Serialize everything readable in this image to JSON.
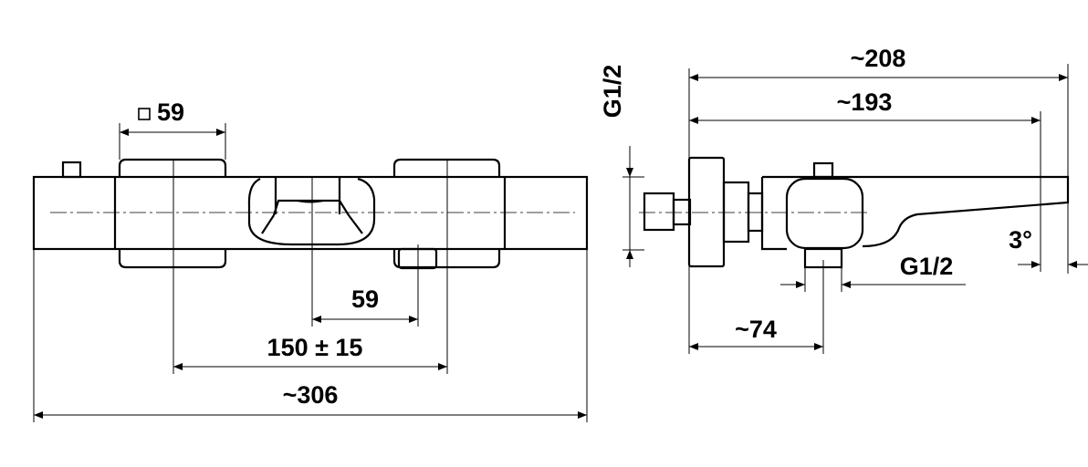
{
  "front_view": {
    "dim_square": "59",
    "dim_outlet": "59",
    "dim_centers": "150 ± 15",
    "dim_length": "~306"
  },
  "side_view": {
    "dim_inlet_thread": "G1/2",
    "dim_depth_total": "~208",
    "dim_depth_spout": "~193",
    "dim_outlet_thread": "G1/2",
    "dim_angle": "3°",
    "dim_outlet_offset": "~74"
  }
}
